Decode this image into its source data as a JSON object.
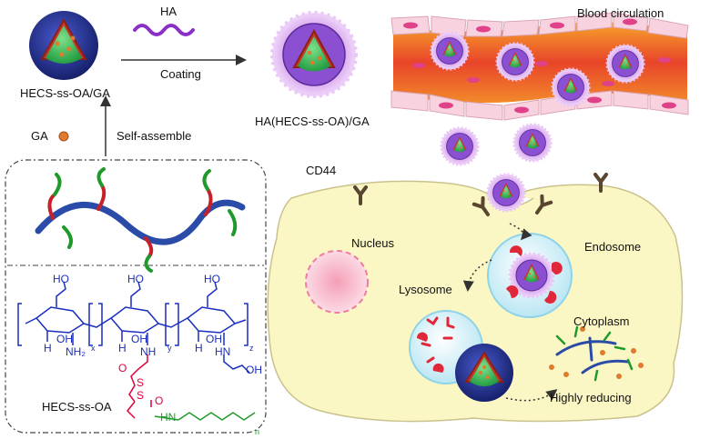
{
  "labels": {
    "ha": "HA",
    "coating": "Coating",
    "hecs_ss_oa_ga": "HECS-ss-OA/GA",
    "ha_hecs_ss_oa_ga": "HA(HECS-ss-OA)/GA",
    "blood_circulation": "Blood circulation",
    "ga": "GA",
    "self_assemble": "Self-assemble",
    "cd44": "CD44",
    "nucleus": "Nucleus",
    "endosome": "Endosome",
    "lysosome": "Lysosome",
    "cytoplasm": "Cytoplasm",
    "highly_reducing": "Highly reducing",
    "hecs_ss_oa": "HECS-ss-OA"
  },
  "chem": {
    "ho": "HO",
    "oh": "OH",
    "nh2": "NH₂",
    "nh": "NH",
    "hn": "HN",
    "h": "H",
    "o": "O",
    "s": "S",
    "x": "x",
    "y": "y",
    "z": "z",
    "n": "n"
  },
  "colors": {
    "cytoplasm_fill": "#fbf7c4",
    "vessel_red": "#e8442a",
    "vessel_orange": "#f7a32a",
    "cell_pink": "#f9d2e0",
    "nanoparticle_core": "#3dbb5d",
    "shell_navy": "#1e2a78",
    "ha_purple": "#8b2fc9",
    "backbone_blue": "#2a4ba8",
    "chem_blue": "#1a2ec0",
    "chem_red": "#e0003a",
    "chem_green": "#1f9a2a"
  }
}
